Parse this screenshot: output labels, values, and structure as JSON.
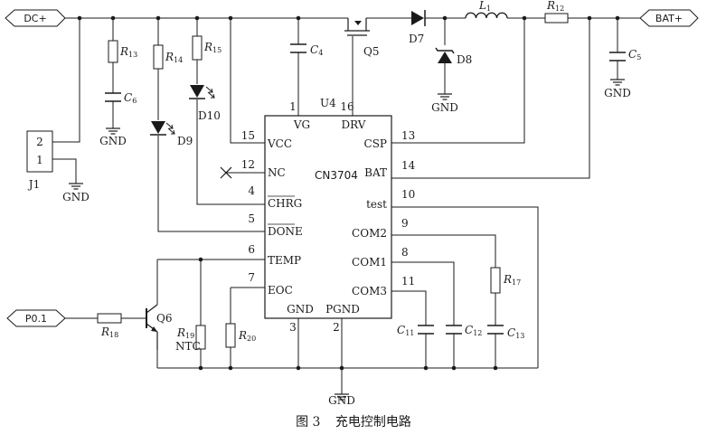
{
  "ports": {
    "dc_in": "DC+",
    "bat_out": "BAT+",
    "p01": "P0.1"
  },
  "ic": {
    "name": "CN3704",
    "ref": "U4",
    "pins_left": [
      {
        "num": "15",
        "label": "VCC"
      },
      {
        "num": "12",
        "label": "NC"
      },
      {
        "num": "4",
        "label": "CHRG"
      },
      {
        "num": "5",
        "label": "DONE"
      },
      {
        "num": "6",
        "label": "TEMP"
      },
      {
        "num": "7",
        "label": "EOC"
      }
    ],
    "pins_right": [
      {
        "num": "13",
        "label": "CSP"
      },
      {
        "num": "14",
        "label": "BAT"
      },
      {
        "num": "10",
        "label": "test"
      },
      {
        "num": "9",
        "label": "COM2"
      },
      {
        "num": "8",
        "label": "COM1"
      },
      {
        "num": "11",
        "label": "COM3"
      }
    ],
    "pins_top": [
      {
        "num": "1",
        "label": "VG"
      },
      {
        "num": "16",
        "label": "DRV"
      }
    ],
    "pins_bottom": [
      {
        "num": "3",
        "label": "GND"
      },
      {
        "num": "2",
        "label": "PGND"
      }
    ]
  },
  "components": {
    "R13": {
      "letter": "R",
      "sub": "13"
    },
    "R14": {
      "letter": "R",
      "sub": "14"
    },
    "R15": {
      "letter": "R",
      "sub": "15"
    },
    "R12": {
      "letter": "R",
      "sub": "12"
    },
    "R17": {
      "letter": "R",
      "sub": "17"
    },
    "R18": {
      "letter": "R",
      "sub": "18"
    },
    "R19": {
      "letter": "R",
      "sub": "19",
      "extra": "NTC"
    },
    "R20": {
      "letter": "R",
      "sub": "20"
    },
    "C4": {
      "letter": "C",
      "sub": "4"
    },
    "C5": {
      "letter": "C",
      "sub": "5"
    },
    "C6": {
      "letter": "C",
      "sub": "6"
    },
    "C11": {
      "letter": "C",
      "sub": "11"
    },
    "C12": {
      "letter": "C",
      "sub": "12"
    },
    "C13": {
      "letter": "C",
      "sub": "13"
    },
    "L1": {
      "letter": "L",
      "sub": "1"
    },
    "Q5": "Q5",
    "Q6": "Q6",
    "D7": "D7",
    "D8": "D8",
    "D9": "D9",
    "D10": "D10",
    "J1": {
      "ref": "J1",
      "pin2": "2",
      "pin1": "1"
    }
  },
  "gnd_label": "GND",
  "caption": {
    "fig": "图 3",
    "title": "充电控制电路"
  }
}
